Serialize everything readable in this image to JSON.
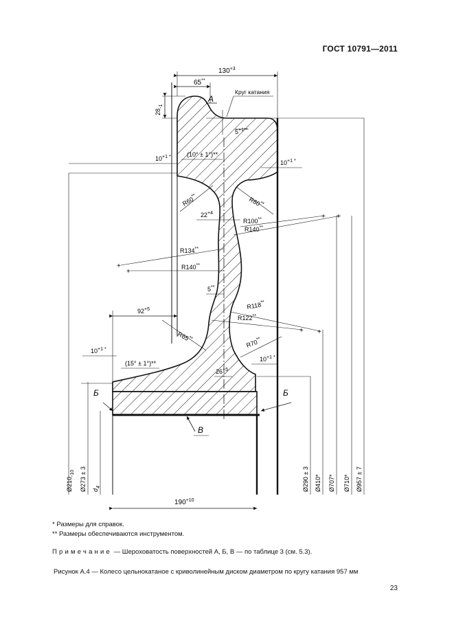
{
  "header": {
    "standard": "ГОСТ 10791—2011"
  },
  "drawing": {
    "labels": {
      "width_top": "130",
      "width_top_tol": "+3",
      "flange_offset": "65",
      "flange_offset_tol": "**",
      "section_a": "А",
      "rolling_circle": "Круг катания",
      "flange_height": "28",
      "flange_height_tol": "-1",
      "dim_5": "5",
      "dim_5_tol": "+1**",
      "angle_10_upper": "(10° ± 1°)**",
      "dim_10_left": "10",
      "dim_10_left_tol": "+1 *",
      "dim_10_right": "10",
      "dim_10_right_tol": "+1 *",
      "r60_left": "R60",
      "r60_left_tol": "**",
      "r60_right": "R60",
      "r60_right_tol": "**",
      "dim_22": "22",
      "dim_22_tol": "+4",
      "r100": "R100",
      "r100_tol": "**",
      "r140_upper": "R140",
      "r140_upper_tol": "**",
      "r134": "R134",
      "r134_tol": "**",
      "r140_lower": "R140",
      "r140_lower_tol": "**",
      "dim_5b": "5",
      "dim_5b_tol": "**",
      "dim_92": "92",
      "dim_92_tol": "+5",
      "r118": "R118",
      "r118_tol": "**",
      "r122": "R122",
      "r122_tol": "**",
      "r65": "R65",
      "r65_tol": "**",
      "r70": "R70",
      "r70_tol": "**",
      "dim_10_hub": "10",
      "dim_10_hub_tol": "+1 *",
      "angle_15": "(15° ± 1°)**",
      "dim_10_hub_r": "10",
      "dim_10_hub_r_tol": "+1 *",
      "dim_26": "26",
      "dim_26_tol": "+5",
      "surface_b_left": "Б",
      "surface_b_right": "Б",
      "surface_v": "В",
      "dim_190": "190",
      "dim_190_tol": "+10",
      "d_bore": "Ø210",
      "d_bore_tol": "-10",
      "d_273": "Ø273 ± 3",
      "d_4": "d",
      "d_4_sub": "4",
      "d_290": "Ø290 ± 3",
      "d_410": "Ø410*",
      "d_707": "Ø707*",
      "d_710": "Ø710*",
      "d_957": "Ø957 ± 7"
    }
  },
  "footnotes": [
    "*  Размеры для справок.",
    "**  Размеры обеспечиваются инструментом."
  ],
  "note": {
    "prefix": "Примечание",
    "text": " — Шероховатость поверхностей А, Б, В — по таблице 3 (см. 5.3)."
  },
  "caption": "Рисунок  А.4 — Колесо цельнокатаное с криволинейным диском диаметром по кругу катания 957 мм",
  "page_number": "23"
}
